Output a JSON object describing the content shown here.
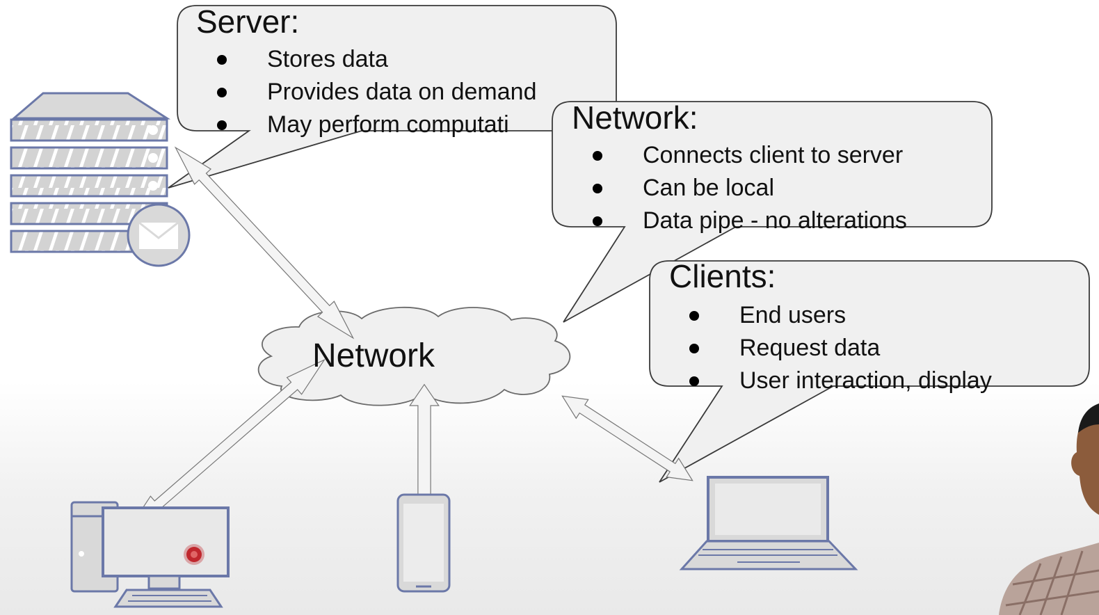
{
  "server_callout": {
    "title": "Server:",
    "items": [
      "Stores data",
      "Provides data on demand",
      "May perform computati"
    ]
  },
  "network_callout": {
    "title": "Network:",
    "items": [
      "Connects client to server",
      "Can be local",
      "Data pipe - no alterations"
    ]
  },
  "clients_callout": {
    "title": "Clients:",
    "items": [
      "End users",
      "Request data",
      "User interaction, display"
    ]
  },
  "cloud": {
    "label": "Network"
  },
  "icons": {
    "server": "server-rack-icon",
    "mail": "envelope-icon",
    "desktop": "desktop-computer-icon",
    "phone": "smartphone-icon",
    "laptop": "laptop-icon"
  },
  "colors": {
    "callout_fill": "#f0f0f0",
    "device_stroke": "#6b78a8",
    "device_fill": "#d9d9d9",
    "record_dot": "#c0272d"
  }
}
